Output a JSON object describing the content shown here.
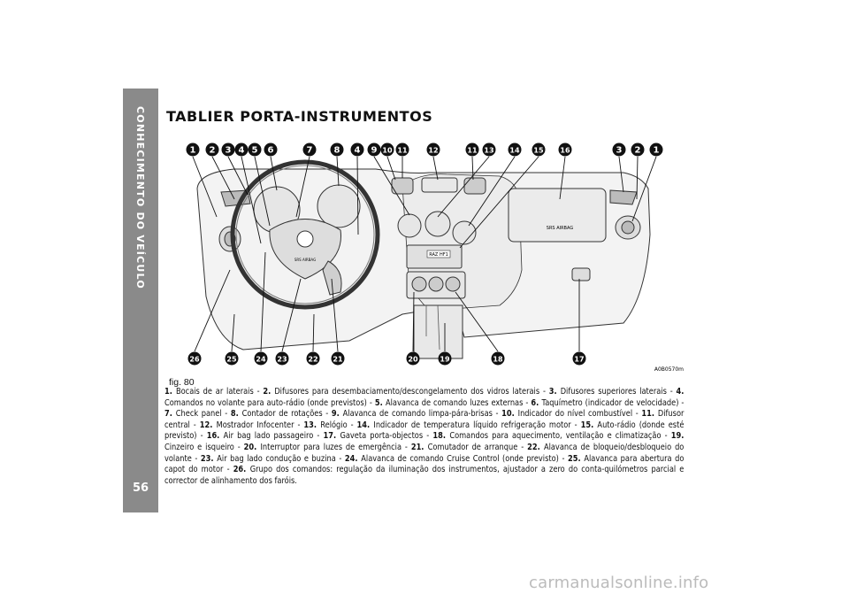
{
  "sidebar": {
    "section_title": "CONHECIMENTO DO VEÍCULO",
    "page_number": "56"
  },
  "heading": "TABLIER PORTA-INSTRUMENTOS",
  "figure": {
    "code": "A0B0570m",
    "label": "fig. 80",
    "top_callouts": [
      "1",
      "2",
      "3",
      "4",
      "5",
      "6",
      "7",
      "8",
      "4",
      "9",
      "10",
      "11",
      "12",
      "11",
      "13",
      "14",
      "15",
      "16",
      "3",
      "2",
      "1"
    ],
    "bottom_callouts": [
      "26",
      "25",
      "24",
      "23",
      "22",
      "21",
      "20",
      "19",
      "18",
      "17"
    ],
    "srs_label": "SRS AIRBAG",
    "radio_label": "RAZ HF1",
    "wheel_label": "SRS AIRBAG"
  },
  "legend": [
    {
      "num": "1.",
      "text": "Bocais de ar laterais"
    },
    {
      "num": "2.",
      "text": "Difusores para desembaciamento/descongelamento dos vidros laterais"
    },
    {
      "num": "3.",
      "text": "Difusores superiores laterais"
    },
    {
      "num": "4.",
      "text": "Comandos no volante para auto-rádio (onde previstos)"
    },
    {
      "num": "5.",
      "text": "Alavanca de comando luzes externas"
    },
    {
      "num": "6.",
      "text": "Taquímetro (indicador de velocidade)"
    },
    {
      "num": "7.",
      "text": "Check panel"
    },
    {
      "num": "8.",
      "text": "Contador de rotações"
    },
    {
      "num": "9.",
      "text": "Alavanca de comando limpa-pára-brisas"
    },
    {
      "num": "10.",
      "text": "Indicador do nível combustível"
    },
    {
      "num": "11.",
      "text": "Difusor central"
    },
    {
      "num": "12.",
      "text": "Mostrador Infocenter"
    },
    {
      "num": "13.",
      "text": "Relógio"
    },
    {
      "num": "14.",
      "text": "Indicador de temperatura líquido refrigeração motor"
    },
    {
      "num": "15.",
      "text": "Auto-rádio (donde esté previsto)"
    },
    {
      "num": "16.",
      "text": "Air bag lado passageiro"
    },
    {
      "num": "17.",
      "text": "Gaveta porta-objectos"
    },
    {
      "num": "18.",
      "text": "Comandos para aquecimento, ventilação e climatização"
    },
    {
      "num": "19.",
      "text": "Cinzeiro e isqueiro"
    },
    {
      "num": "20.",
      "text": "Interruptor para luzes de emergência"
    },
    {
      "num": "21.",
      "text": "Comutador de arranque"
    },
    {
      "num": "22.",
      "text": "Alavanca de bloqueio/desbloqueio do volante"
    },
    {
      "num": "23.",
      "text": "Air bag lado condução e buzina"
    },
    {
      "num": "24.",
      "text": "Alavanca de comando Cruise Control (onde previsto)"
    },
    {
      "num": "25.",
      "text": "Alavanca para abertura do capot do motor"
    },
    {
      "num": "26.",
      "text": "Grupo dos comandos: regulação da iluminação dos instrumentos, ajustador a zero do conta-quilómetros parcial e corrector de alinhamento dos faróis."
    }
  ],
  "watermark": "carmanualsonline.info"
}
